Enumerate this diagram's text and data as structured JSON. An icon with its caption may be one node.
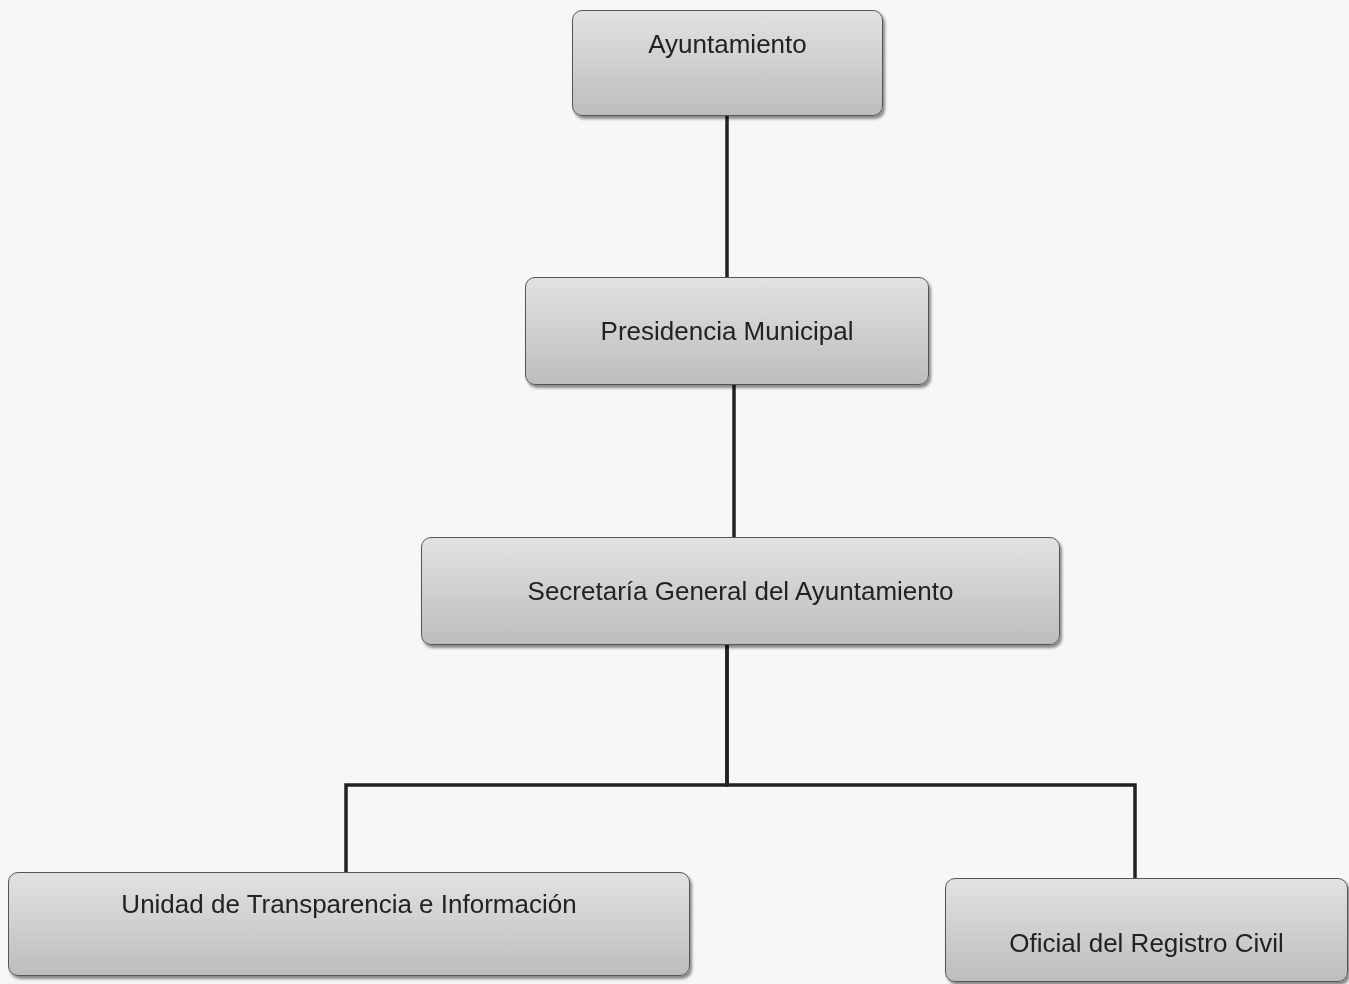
{
  "diagram": {
    "nodes": [
      {
        "text": [
          "Ayuntamiento"
        ]
      },
      {
        "text": [
          "Presidencia Municipal"
        ]
      },
      {
        "text": [
          "Secretaría General del Ayuntamiento"
        ]
      },
      {
        "text": [
          "Unidad de Transparencia e Información"
        ]
      },
      {
        "text": [
          "Oficial del Registro Civil"
        ]
      }
    ],
    "edges": [
      {
        "from": 0,
        "to": 1,
        "arrow": "none"
      },
      {
        "from": 1,
        "to": 2,
        "arrow": "none"
      },
      {
        "from": 2,
        "to": 3,
        "arrow": "none"
      },
      {
        "from": 2,
        "to": 4,
        "arrow": "none"
      }
    ]
  }
}
